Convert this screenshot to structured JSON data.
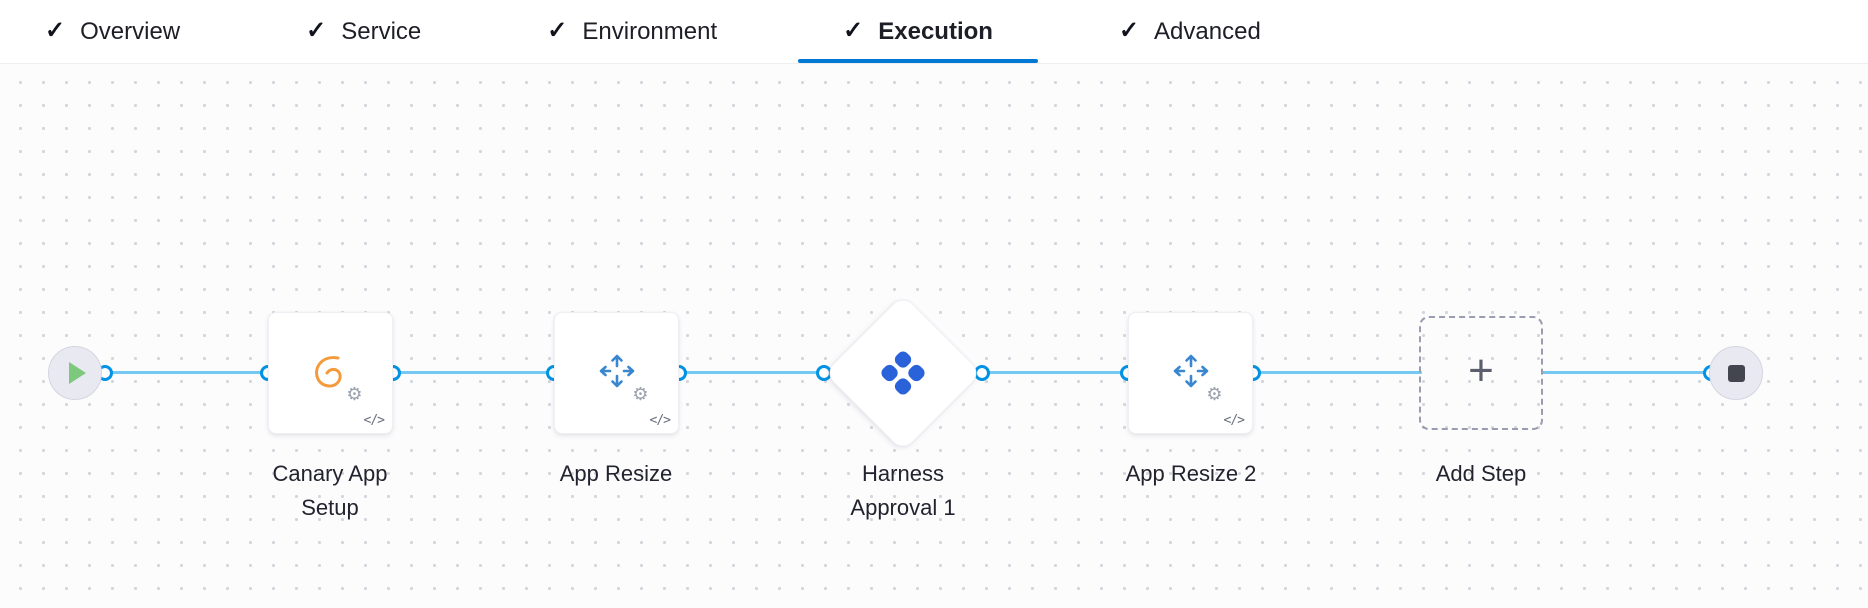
{
  "tabs": {
    "items": [
      {
        "label": "Overview",
        "active": false
      },
      {
        "label": "Service",
        "active": false
      },
      {
        "label": "Environment",
        "active": false
      },
      {
        "label": "Execution",
        "active": true
      },
      {
        "label": "Advanced",
        "active": false
      }
    ]
  },
  "icons": {
    "check": "✓",
    "plus": "+",
    "code": "</>",
    "gear": "⚙"
  },
  "pipeline": {
    "nodes": {
      "start": {
        "icon": "play-icon"
      },
      "canary": {
        "label": "Canary App Setup",
        "icon": "canary-icon"
      },
      "resize1": {
        "label": "App Resize",
        "icon": "resize-arrows-icon"
      },
      "approval": {
        "label": "Harness Approval 1",
        "icon": "harness-logo-icon"
      },
      "resize2": {
        "label": "App Resize 2",
        "icon": "resize-arrows-icon"
      },
      "add": {
        "label": "Add Step",
        "icon": "plus-icon"
      },
      "end": {
        "icon": "stop-icon"
      }
    }
  },
  "colors": {
    "accent": "#0278d5",
    "link": "#74c8f2",
    "connector": "#0092e4",
    "canary_orange": "#f39b3c",
    "resize_blue": "#3a87cf",
    "harness_blue": "#2a62d9",
    "play_green": "#7cc87c",
    "stop_gray": "#44464f",
    "terminal_bg": "#e9e9f2",
    "add_border": "#9a9cb0",
    "text_dark": "#1d1e26",
    "label": "#22232e",
    "canvas_dot": "#d3d6dd"
  }
}
